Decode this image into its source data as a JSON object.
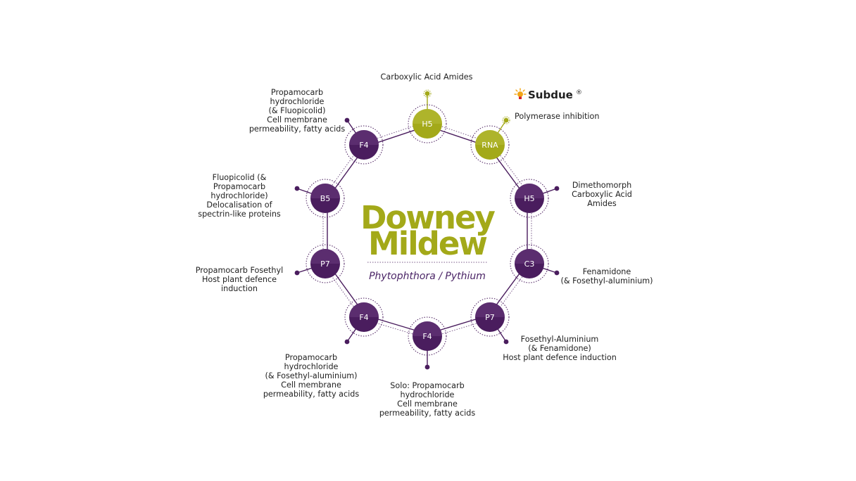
{
  "title": {
    "line1": "Downey",
    "line2": "Mildew"
  },
  "subtitle": "Phytophthora / Pythium",
  "brand": {
    "name": "Subdue",
    "mark": "®",
    "icon": "sun-lightbulb-icon",
    "color": "#f2a516"
  },
  "colors": {
    "purple": "#4a1d5e",
    "purple_light": "#6a3a7d",
    "olive": "#a3a919",
    "olive_light": "#b8bd3a",
    "title": "#a3a919",
    "subtitle": "#4a2466"
  },
  "nodes": [
    {
      "id": "h5-top",
      "label": "H5",
      "color": "olive",
      "description": [
        "Carboxylic Acid Amides"
      ]
    },
    {
      "id": "rna",
      "label": "RNA",
      "color": "olive",
      "description": [
        "Polymerase inhibition"
      ]
    },
    {
      "id": "h5-right",
      "label": "H5",
      "color": "purple",
      "description": [
        "Dimethomorph",
        "Carboxylic Acid",
        "Amides"
      ]
    },
    {
      "id": "c3",
      "label": "C3",
      "color": "purple",
      "description": [
        "Fenamidone",
        "(& Fosethyl-aluminium)"
      ]
    },
    {
      "id": "p7-right",
      "label": "P7",
      "color": "purple",
      "description": [
        "Fosethyl-Aluminium",
        "(& Fenamidone)",
        "Host plant defence induction"
      ]
    },
    {
      "id": "f4-bottom",
      "label": "F4",
      "color": "purple",
      "description": [
        "Solo: Propamocarb",
        "hydrochloride",
        "Cell membrane",
        "permeability, fatty acids"
      ]
    },
    {
      "id": "f4-lower-left",
      "label": "F4",
      "color": "purple",
      "description": [
        "Propamocarb",
        "hydrochloride",
        "(& Fosethyl-aluminium)",
        "Cell membrane",
        "permeability, fatty acids"
      ]
    },
    {
      "id": "p7-left",
      "label": "P7",
      "color": "purple",
      "description": [
        "Propamocarb Fosethyl",
        "Host plant defence",
        "induction"
      ]
    },
    {
      "id": "b5",
      "label": "B5",
      "color": "purple",
      "description": [
        "Fluopicolid (&",
        "Propamocarb",
        "hydrochloride)",
        "Delocalisation of",
        "spectrin-like proteins"
      ]
    },
    {
      "id": "f4-top-left",
      "label": "F4",
      "color": "purple",
      "description": [
        "Propamocarb",
        "hydrochloride",
        "(& Fluopicolid)",
        "Cell membrane",
        "permeability, fatty acids"
      ]
    }
  ]
}
